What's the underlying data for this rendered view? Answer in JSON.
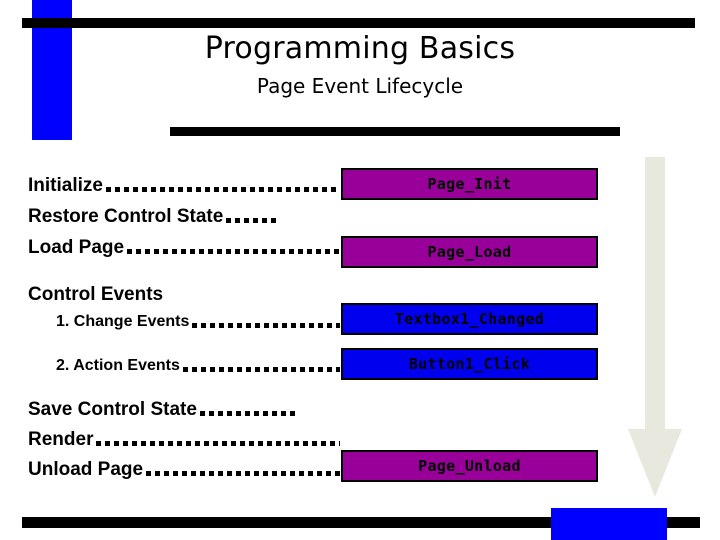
{
  "slide": {
    "title": "Programming Basics",
    "subtitle": "Page Event Lifecycle"
  },
  "colors": {
    "accent_blue": "#0000FF",
    "box_purple": "#990099",
    "box_blue": "#0000EE",
    "bar_black": "#000000",
    "arrow_cream": "#E8E8DE",
    "background": "#FFFFFF"
  },
  "lifecycle": {
    "steps": [
      {
        "label": "Initialize",
        "leader": "long",
        "indent": false,
        "handler": "Page_Init",
        "handler_color": "purple"
      },
      {
        "label": "Restore Control State",
        "leader": "short",
        "indent": false,
        "handler": null,
        "handler_color": null
      },
      {
        "label": "Load Page",
        "leader": "long",
        "indent": false,
        "handler": "Page_Load",
        "handler_color": "purple"
      },
      {
        "label": "Control Events",
        "leader": "none",
        "indent": false,
        "handler": null,
        "handler_color": null
      },
      {
        "label": "1. Change Events",
        "leader": "long",
        "indent": true,
        "handler": "Textbox1_Changed",
        "handler_color": "blue"
      },
      {
        "label": "2. Action Events",
        "leader": "long",
        "indent": true,
        "handler": "Button1_Click",
        "handler_color": "blue"
      },
      {
        "label": "Save Control State",
        "leader": "med",
        "indent": false,
        "handler": null,
        "handler_color": null
      },
      {
        "label": "Render",
        "leader": "long",
        "indent": false,
        "handler": null,
        "handler_color": null
      },
      {
        "label": "Unload Page",
        "leader": "long",
        "indent": false,
        "handler": "Page_Unload",
        "handler_color": "purple"
      }
    ]
  },
  "decorations": {
    "flow_arrow": "down-arrow",
    "top_rule": "horizontal-rule",
    "bottom_rule": "horizontal-rule",
    "title_rule": "horizontal-rule",
    "accent_block_top": "blue-block",
    "accent_block_bottom": "blue-block"
  }
}
